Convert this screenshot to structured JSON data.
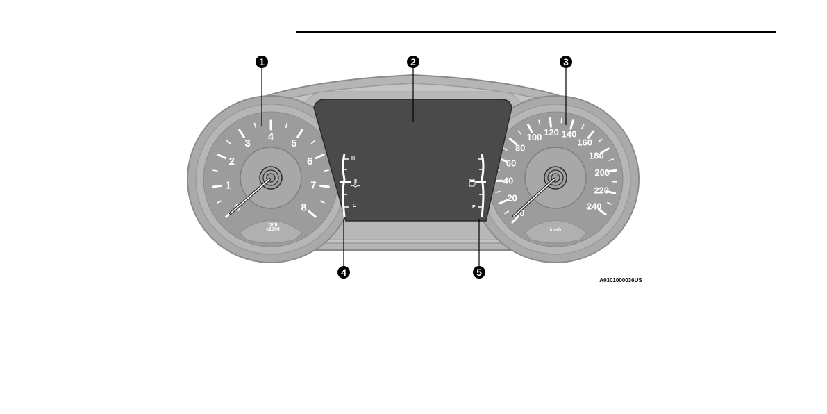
{
  "figure_code": "A0301000036US",
  "callouts": [
    "1",
    "2",
    "3",
    "4",
    "5"
  ],
  "tachometer": {
    "labels": [
      "0",
      "1",
      "2",
      "3",
      "4",
      "5",
      "6",
      "7",
      "8"
    ],
    "unit_top": "rpm",
    "unit_bottom": "x1000"
  },
  "speedometer": {
    "labels": [
      "0",
      "20",
      "40",
      "60",
      "80",
      "100",
      "120",
      "140",
      "160",
      "180",
      "200",
      "220",
      "240"
    ],
    "unit": "km/h"
  },
  "temp_gauge": {
    "high": "H",
    "low": "C",
    "icon": "coolant-temperature-icon"
  },
  "fuel_gauge": {
    "empty": "E",
    "icon": "fuel-pump-icon"
  },
  "colors": {
    "housing": "#bdbdbd",
    "housing_dark": "#8f8f8f",
    "gauge_face": "#9b9b9b",
    "display": "#4a4a4a",
    "callout": "#000000",
    "marking": "#ffffff"
  }
}
